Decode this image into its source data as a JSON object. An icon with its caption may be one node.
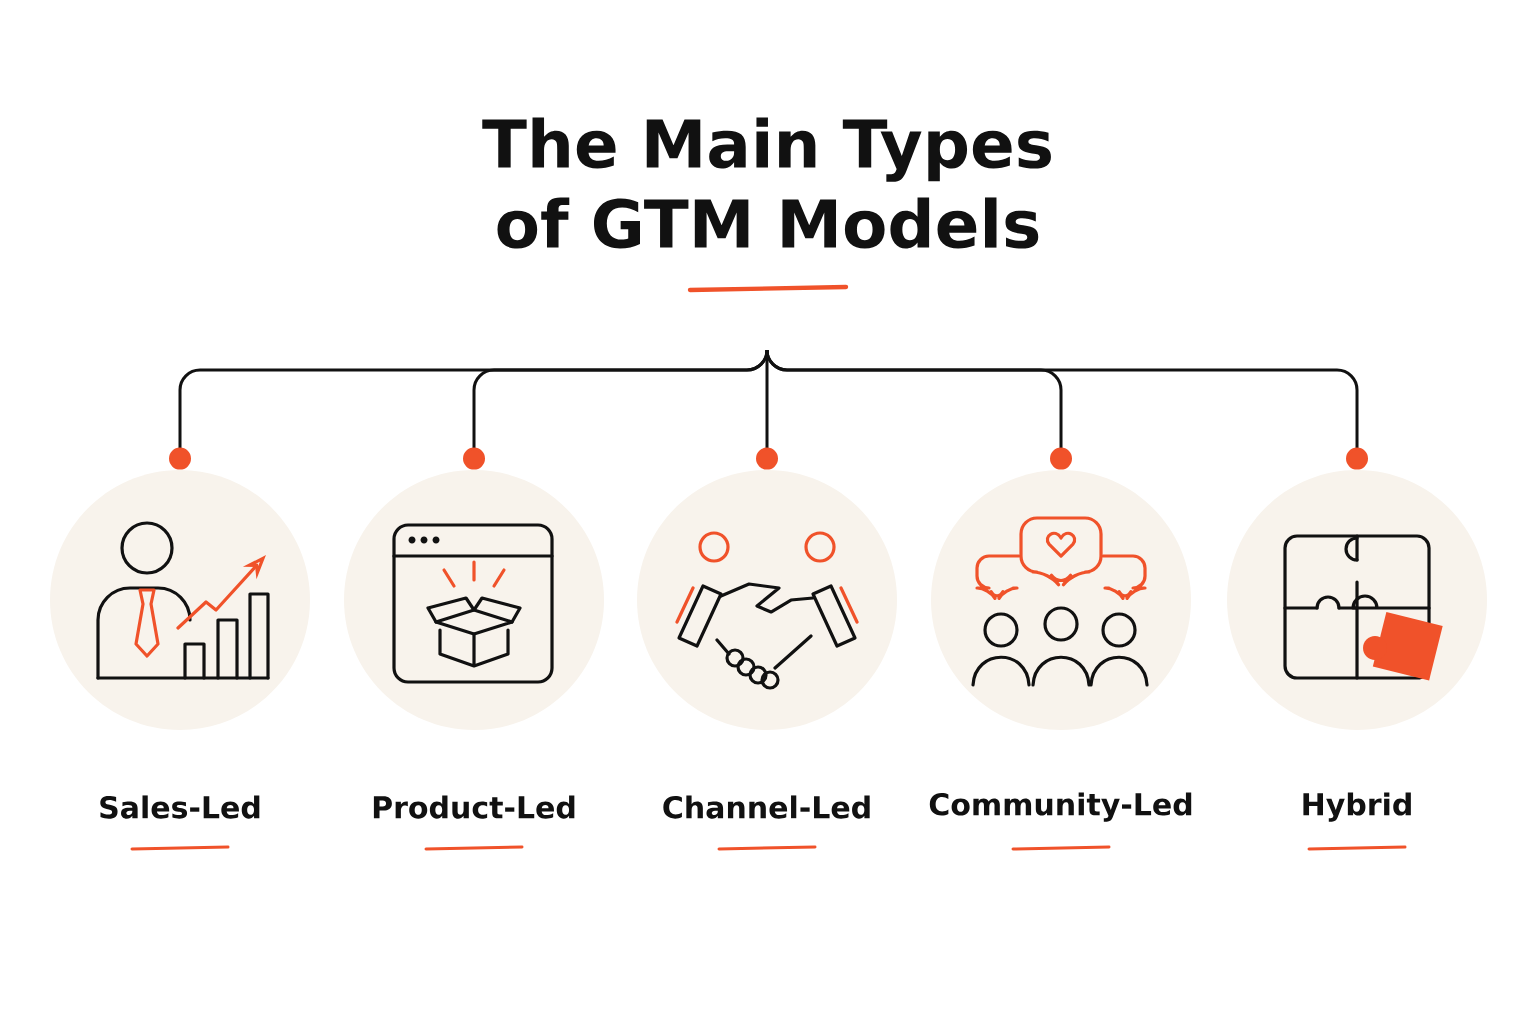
{
  "diagram": {
    "title": "The Main Types of GTM Models",
    "nodes": [
      {
        "text": [
          "Sales-Led"
        ]
      },
      {
        "text": [
          "Product-Led"
        ]
      },
      {
        "text": [
          "Channel-Led"
        ]
      },
      {
        "text": [
          "Community-Led"
        ]
      },
      {
        "text": [
          "Hybrid"
        ]
      }
    ],
    "edges": [
      {
        "from": null,
        "to": 0,
        "arrow": "other"
      },
      {
        "from": null,
        "to": 1,
        "arrow": "other"
      },
      {
        "from": null,
        "to": 2,
        "arrow": "other"
      },
      {
        "from": null,
        "to": 3,
        "arrow": "other"
      },
      {
        "from": null,
        "to": 4,
        "arrow": "other"
      }
    ]
  }
}
